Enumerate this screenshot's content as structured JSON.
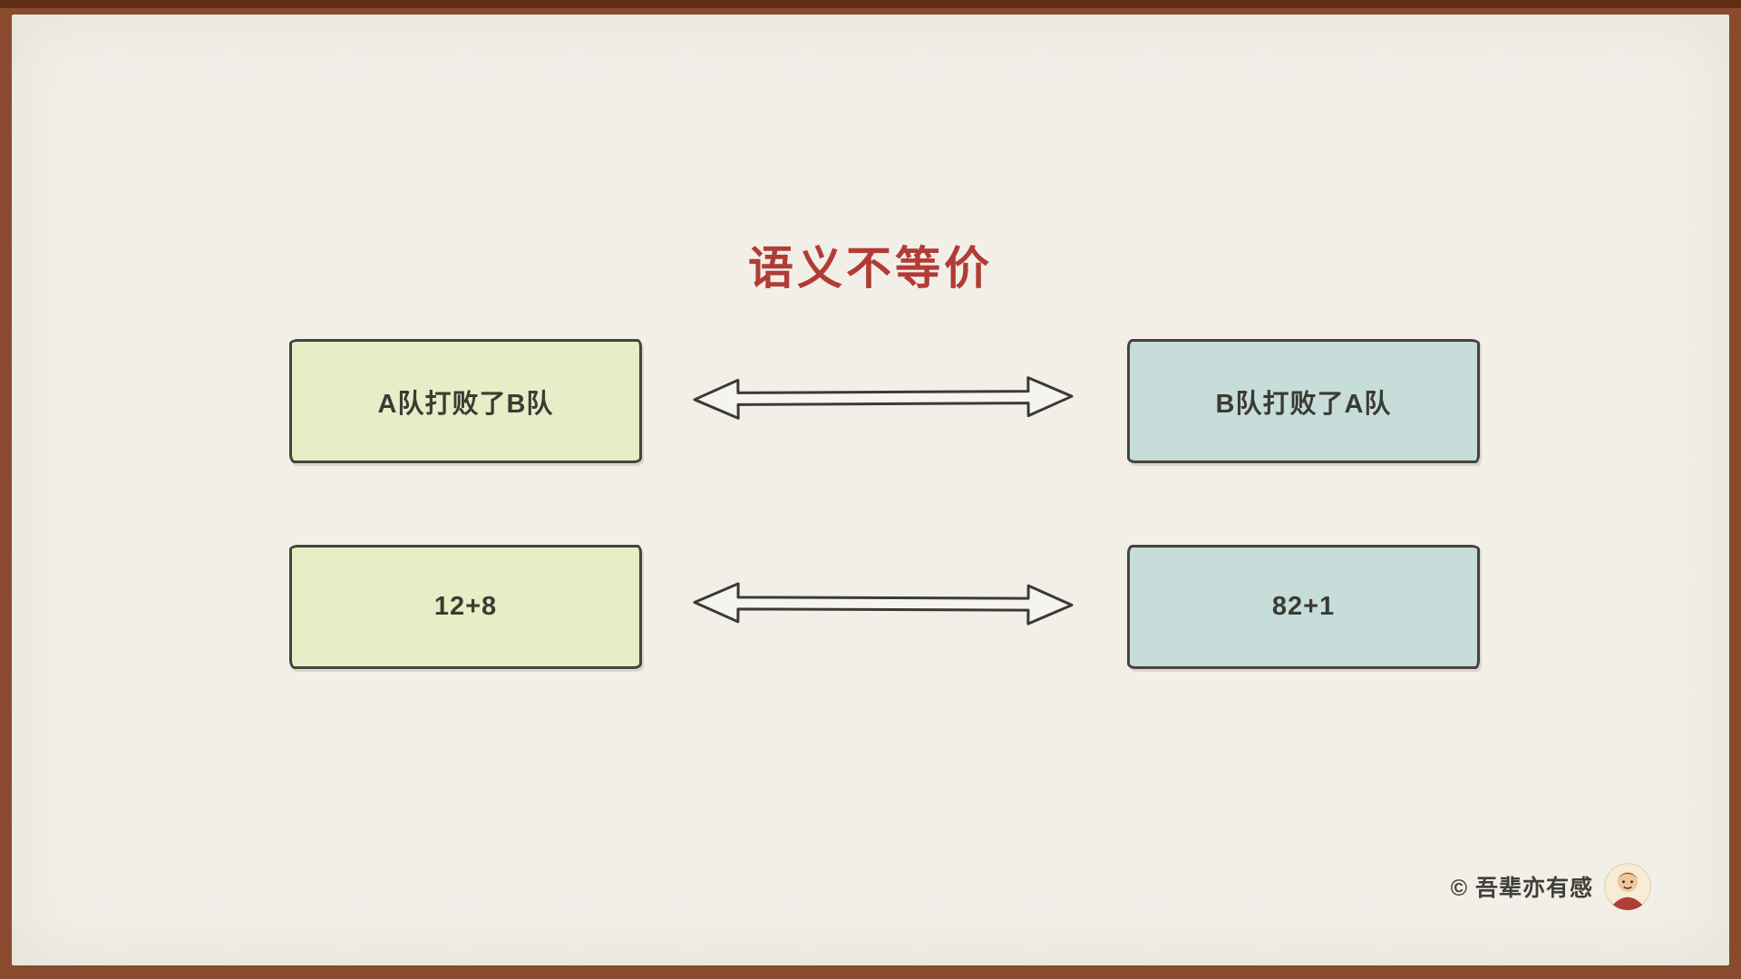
{
  "title": "语义不等价",
  "diagram": {
    "rows": [
      {
        "left_label": "A队打败了B队",
        "right_label": "B队打败了A队"
      },
      {
        "left_label": "12+8",
        "right_label": "82+1"
      }
    ]
  },
  "footer": {
    "credit": "© 吾辈亦有感"
  },
  "icons": {
    "row_connector": "double-arrow-icon",
    "badge": "avatar"
  },
  "colors": {
    "frame": "#8a4a2e",
    "frame_top_edge": "#602f16",
    "canvas": "#f1efe8",
    "title_text": "#b23c35",
    "left_box_fill": "#e5eec6",
    "right_box_fill": "#c6ddda",
    "box_border": "#45443b",
    "box_text": "#3c3b33",
    "arrow_fill": "#f6f4ee",
    "arrow_stroke": "#3b3a33",
    "credit_text": "#403f38"
  }
}
